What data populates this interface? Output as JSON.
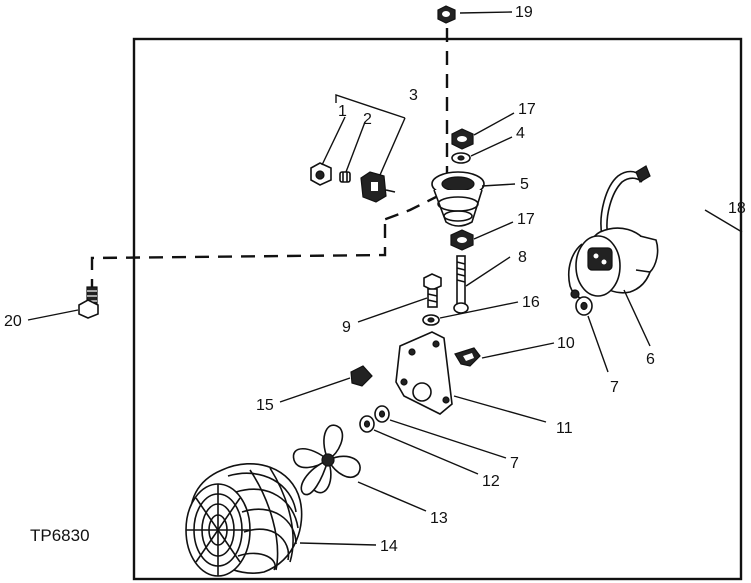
{
  "figure": {
    "id": "TP6830",
    "callouts": [
      "1",
      "2",
      "3",
      "4",
      "5",
      "6",
      "7",
      "7",
      "8",
      "9",
      "10",
      "11",
      "12",
      "13",
      "14",
      "15",
      "16",
      "17",
      "17",
      "18",
      "19",
      "20"
    ]
  },
  "colors": {
    "ink": "#111111",
    "paper": "#ffffff"
  }
}
